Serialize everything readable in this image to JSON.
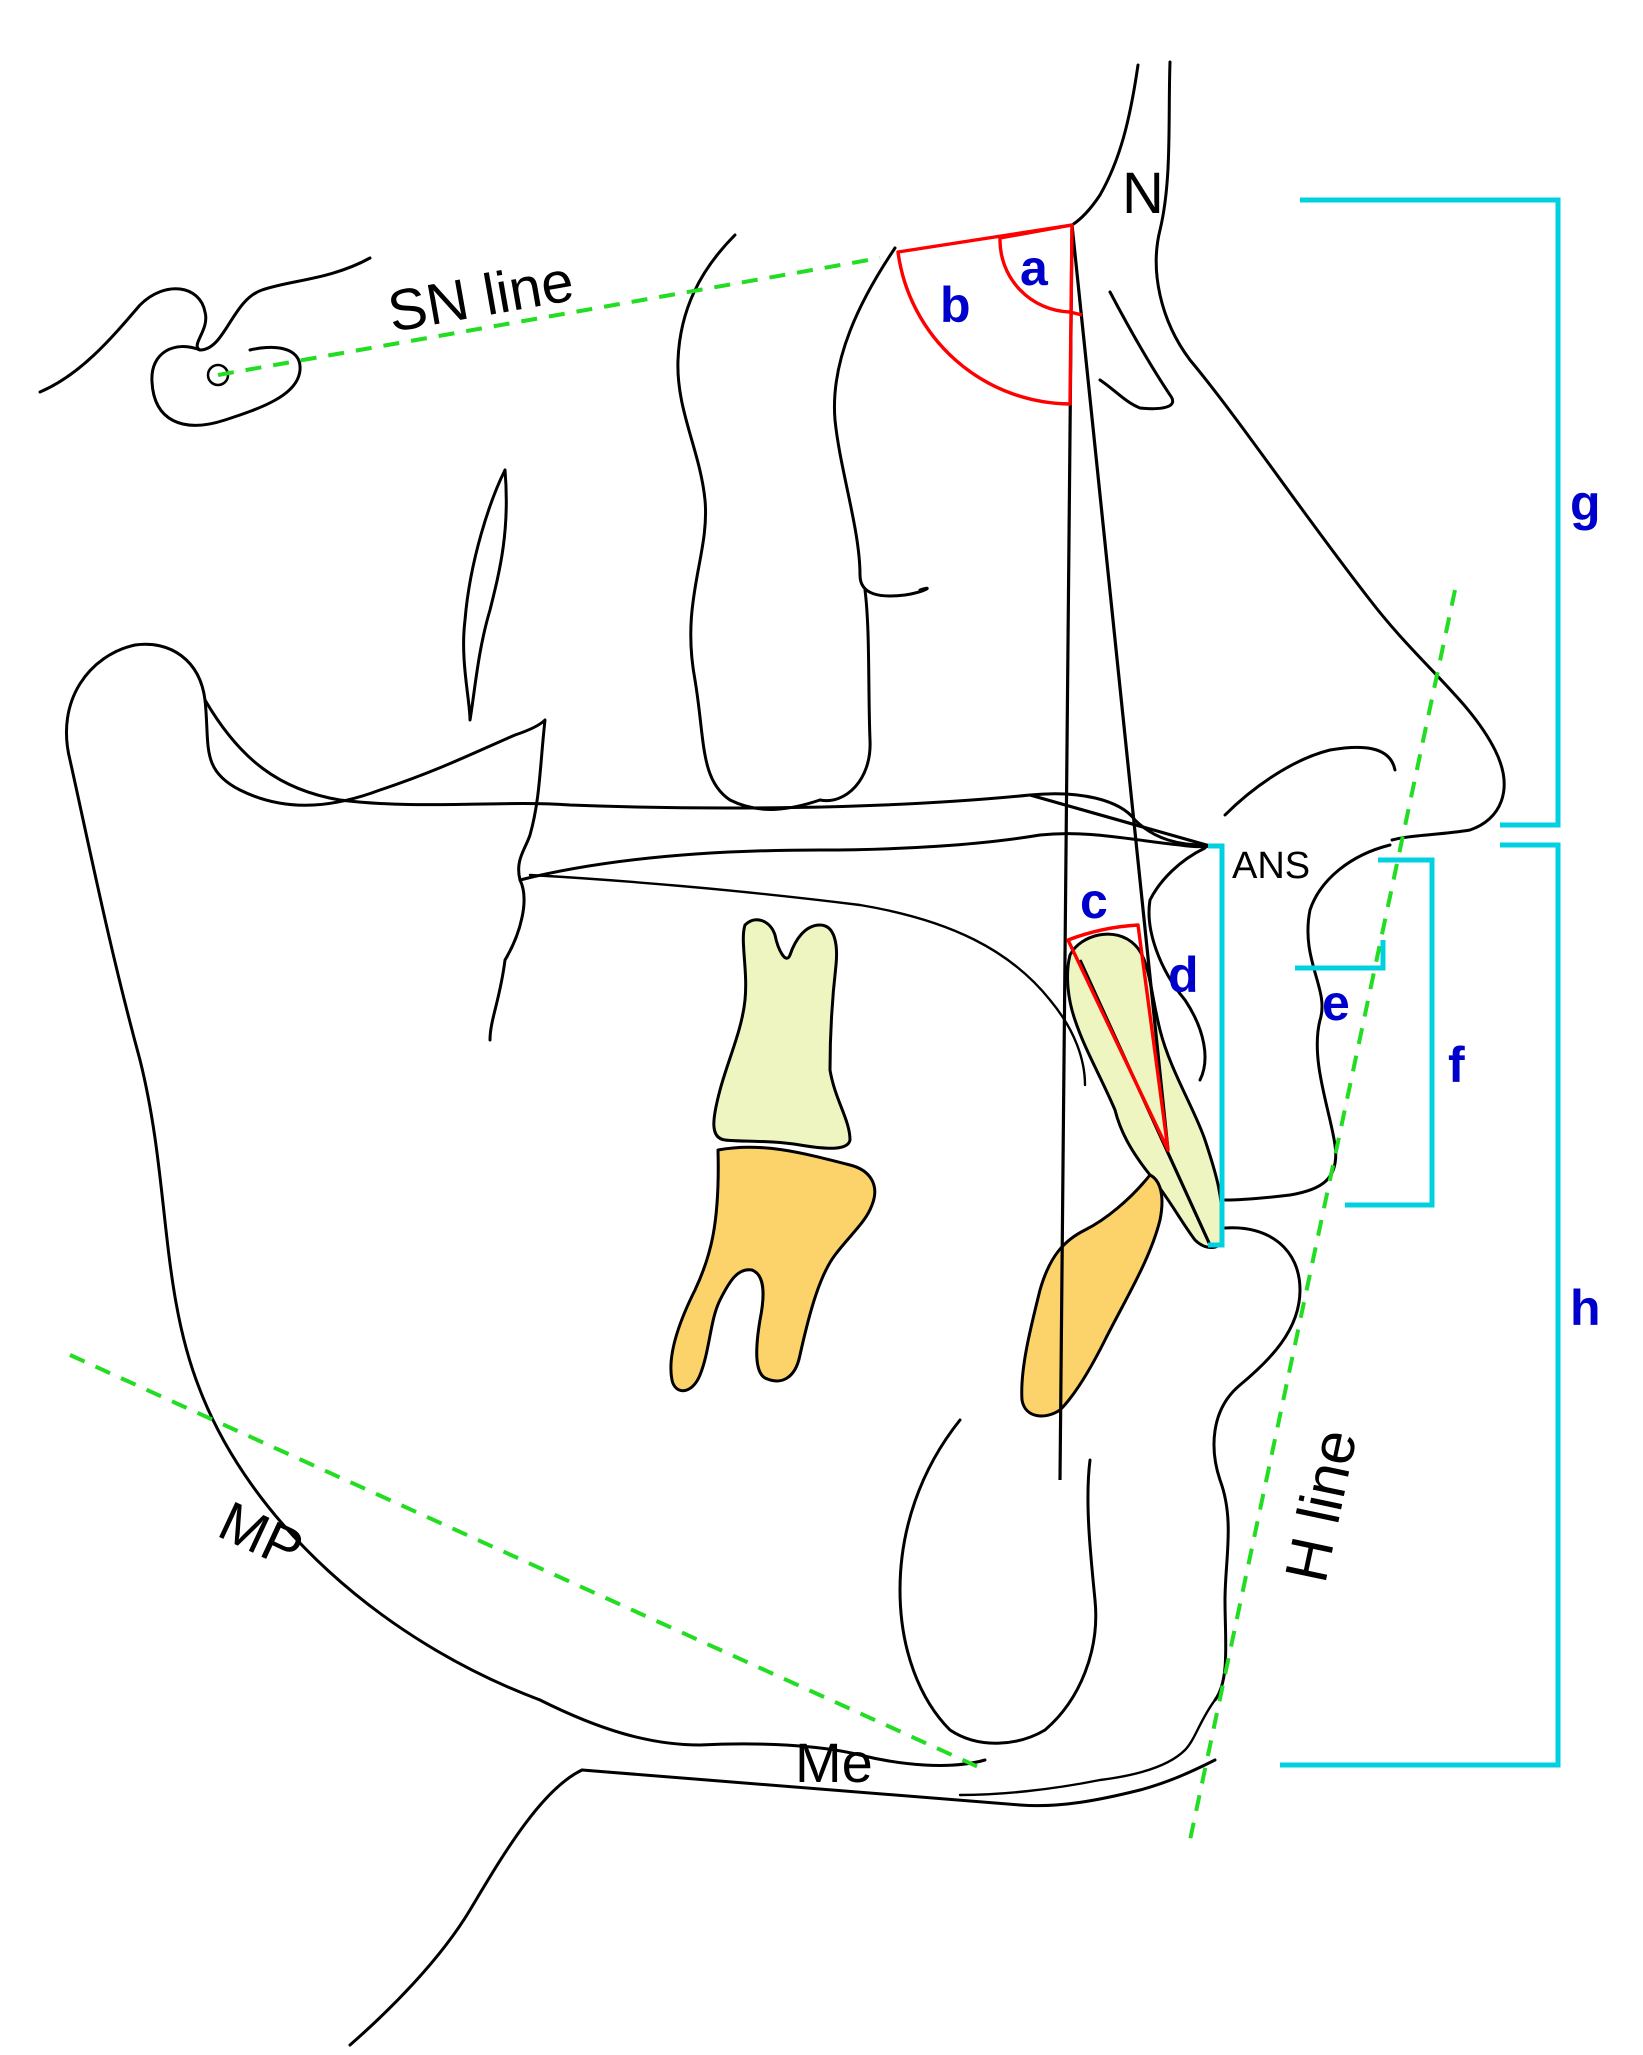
{
  "labels": {
    "n": "N",
    "ans": "ANS",
    "me": "Me",
    "mp": "MP",
    "sn_line": "SN line",
    "h_line": "H line"
  },
  "measures": {
    "a": "a",
    "b": "b",
    "c": "c",
    "d": "d",
    "e": "e",
    "f": "f",
    "g": "g",
    "h": "h"
  },
  "colors": {
    "outline": "#000000",
    "angle": "#ff0000",
    "bracket": "#00d0e0",
    "reference_dashed": "#22dd22",
    "measure_label": "#0000cc",
    "upper_tooth": "#eef5c0",
    "lower_tooth": "#fbd36a"
  }
}
